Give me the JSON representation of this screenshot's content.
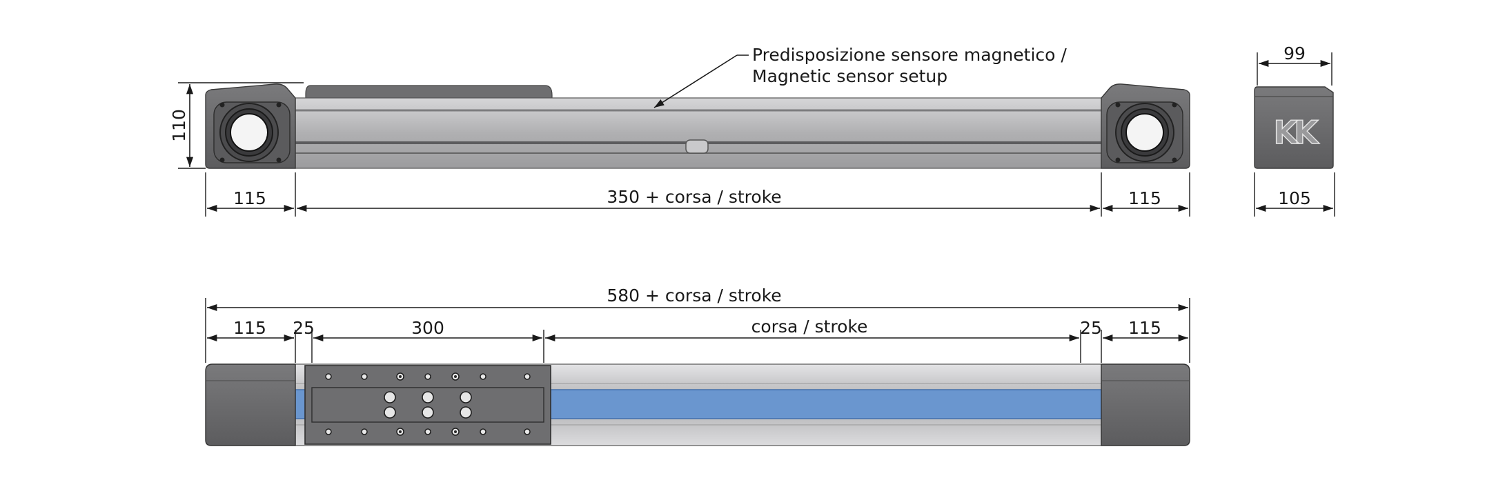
{
  "annotation": {
    "line1": "Predisposizione sensore magnetico /",
    "line2": "Magnetic sensor setup"
  },
  "top_view": {
    "height_dim": "110",
    "left_end_dim": "115",
    "body_dim": "350 + corsa / stroke",
    "right_end_dim": "115"
  },
  "end_view": {
    "width_top_dim": "99",
    "width_bottom_dim": "105",
    "logo_text": "KK"
  },
  "bottom_view": {
    "total_dim": "580 + corsa / stroke",
    "left_end_dim": "115",
    "left_gap_dim": "25",
    "carriage_dim": "300",
    "stroke_dim": "corsa / stroke",
    "right_gap_dim": "25",
    "right_end_dim": "115"
  },
  "colors": {
    "end_cap": "#6b6b6d",
    "profile": "#b3b3b5",
    "belt": "#6a96cf",
    "carriage": "#6e6e70"
  }
}
